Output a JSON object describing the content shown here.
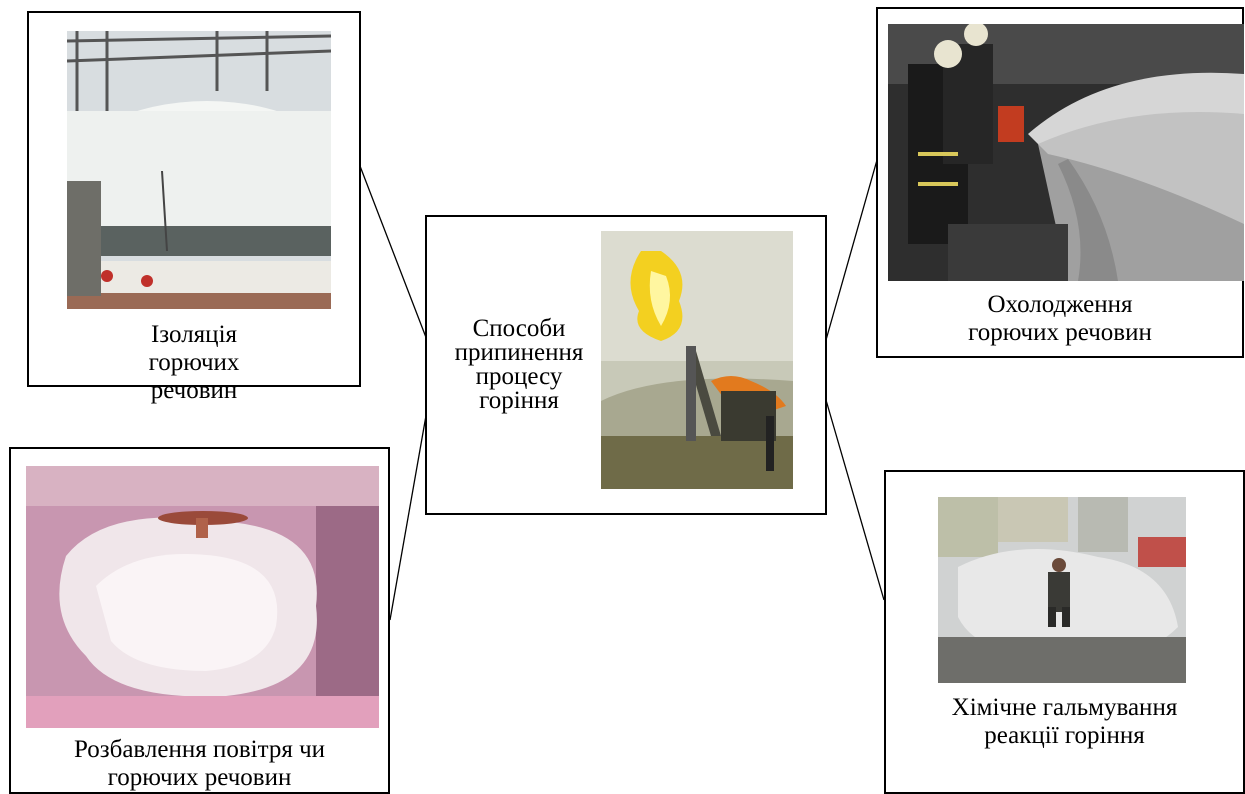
{
  "center": {
    "title": "Способи припинення процесу горіння",
    "photo_icon": "burning-gas-well-photo"
  },
  "methods": [
    {
      "id": "isolation",
      "caption": "Ізоляція горючих речовин",
      "photo_icon": "foam-covered-tank-photo"
    },
    {
      "id": "cooling",
      "caption": "Охолодження горючих речовин",
      "photo_icon": "firefighters-hose-photo"
    },
    {
      "id": "dilution",
      "caption": "Розбавлення повітря чи горючих речовин",
      "photo_icon": "air-dilution-photo"
    },
    {
      "id": "chemical",
      "caption": "Хімічне гальмування реакції горіння",
      "photo_icon": "extinguishing-powder-photo"
    }
  ],
  "colors": {
    "border": "#000000",
    "background": "#ffffff"
  }
}
